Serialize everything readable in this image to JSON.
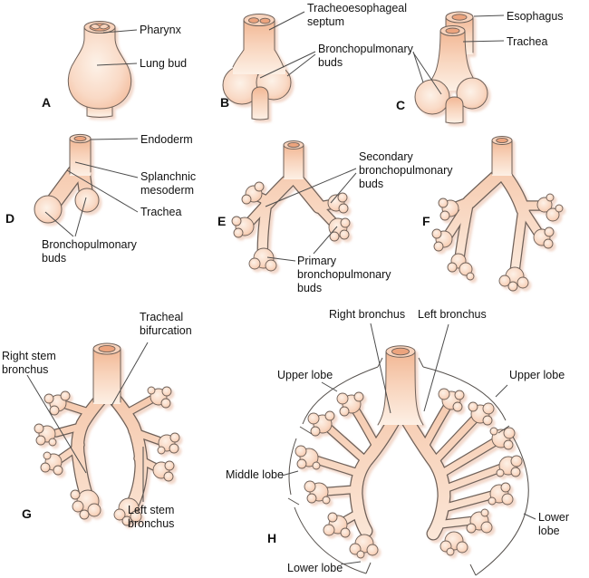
{
  "diagram": {
    "panel_letters": {
      "a": "A",
      "b": "B",
      "c": "C",
      "d": "D",
      "e": "E",
      "f": "F",
      "g": "G",
      "h": "H"
    },
    "labels": {
      "pharynx": "Pharynx",
      "lung_bud": "Lung bud",
      "tracheoesophageal_septum": "Tracheoesophageal\nseptum",
      "bronchopulmonary_buds_bc": "Bronchopulmonary\nbuds",
      "esophagus": "Esophagus",
      "trachea_c": "Trachea",
      "endoderm": "Endoderm",
      "splanchnic_mesoderm": "Splanchnic\nmesoderm",
      "trachea_d": "Trachea",
      "bronchopulmonary_buds_d": "Bronchopulmonary\nbuds",
      "secondary_buds": "Secondary\nbronchopulmonary\nbuds",
      "primary_buds": "Primary\nbronchopulmonary\nbuds",
      "right_stem_bronchus": "Right stem\nbronchus",
      "tracheal_bifurcation": "Tracheal\nbifurcation",
      "left_stem_bronchus": "Left stem\nbronchus",
      "right_bronchus": "Right bronchus",
      "left_bronchus": "Left bronchus",
      "upper_lobe_left": "Upper lobe",
      "upper_lobe_right": "Upper lobe",
      "middle_lobe": "Middle lobe",
      "lower_lobe_bottom": "Lower lobe",
      "lower_lobe_right": "Lower lobe"
    },
    "colors": {
      "organ_edge": "#f1b896",
      "organ_light": "#fdf1e7",
      "outline": "#6f6159",
      "leader_line": "#4c4c4c",
      "shadow": "#eebaa3",
      "text": "#121212",
      "background": "#ffffff"
    }
  }
}
